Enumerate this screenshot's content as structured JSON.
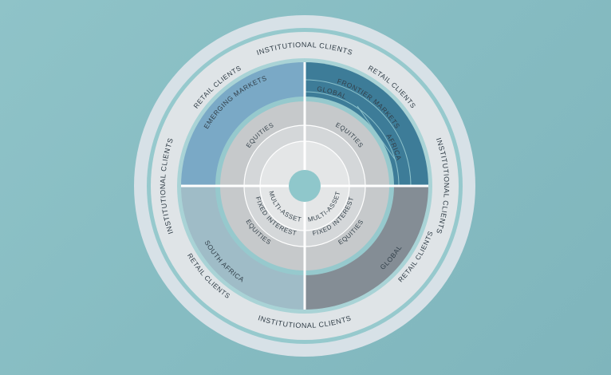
{
  "rings": {
    "institutional": {
      "labels": [
        "INSTITUTIONAL CLIENTS",
        "INSTITUTIONAL CLIENTS",
        "INSTITUTIONAL CLIENTS",
        "INSTITUTIONAL CLIENTS"
      ],
      "color": "#d7e1e7"
    },
    "retail": {
      "labels": [
        "RETAIL CLIENTS",
        "RETAIL CLIENTS",
        "RETAIL CLIENTS",
        "RETAIL CLIENTS"
      ],
      "color": "#dfe4e7"
    }
  },
  "quadrants": {
    "top_left": {
      "label": "EMERGING MARKETS",
      "color": "#7aa9c6"
    },
    "top_right": {
      "label": "FRONTIER MARKETS",
      "sub_labels": [
        "GLOBAL",
        "AFRICA"
      ],
      "color": "#3d7c98"
    },
    "bottom_left": {
      "label": "SOUTH AFRICA",
      "color": "#9fbcc7"
    },
    "bottom_right": {
      "label": "GLOBAL",
      "color": "#848d95"
    }
  },
  "inner": {
    "top_left": [
      "EQUITIES"
    ],
    "top_right": [
      "EQUITIES"
    ],
    "bottom_left": [
      "MULTI-ASSET",
      "FIXED INTEREST",
      "EQUITIES"
    ],
    "bottom_right": [
      "MULTI-ASSET",
      "FIXED INTEREST",
      "EQUITIES"
    ]
  },
  "colors": {
    "teal_ring": "#96c9cd",
    "inner_ring_1": "#c6c9cb",
    "inner_ring_2": "#d4d7d9",
    "inner_ring_3": "#e4e6e7",
    "center": "#8fc7cb"
  }
}
